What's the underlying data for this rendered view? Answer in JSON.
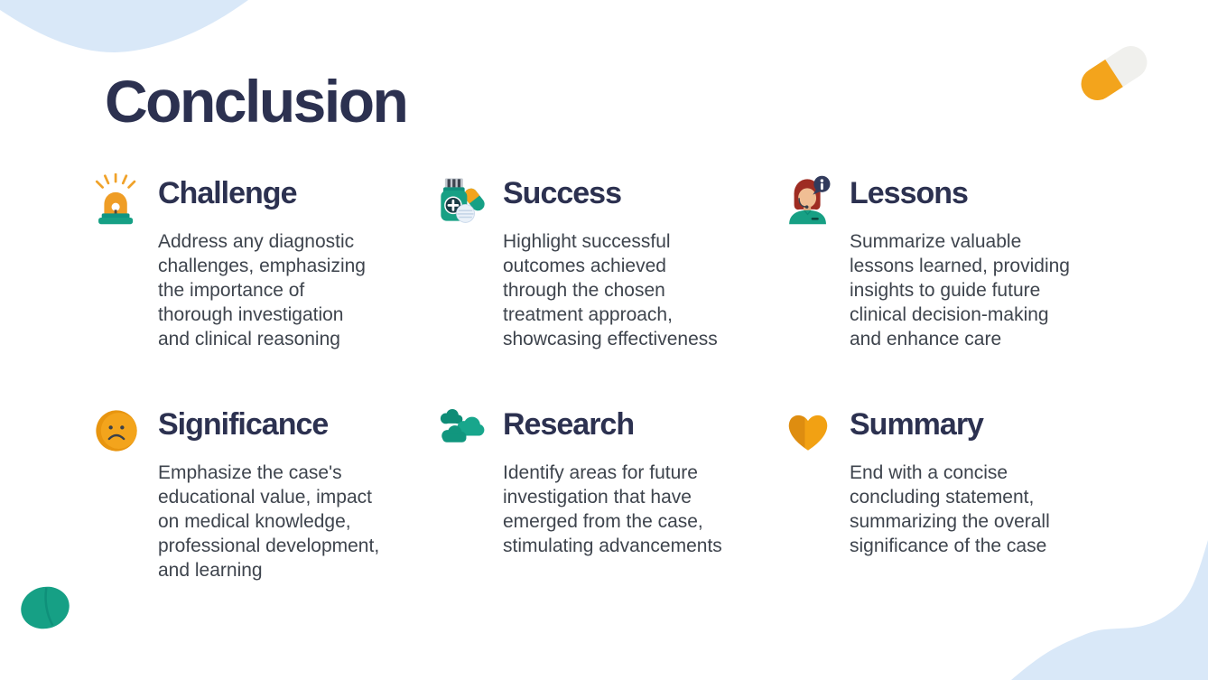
{
  "slide": {
    "title": "Conclusion"
  },
  "palette": {
    "heading_navy": "#2C3150",
    "body_gray": "#3E444D",
    "teal": "#16A085",
    "dark_teal": "#0E8C76",
    "orange": "#F3A41C",
    "dark_orange": "#DE8D10",
    "light_blue_blob": "#D9E8F8",
    "info_bubble_navy": "#323B5C"
  },
  "decorations": {
    "top_left": "blob-top-left",
    "top_right": "capsule-decoration",
    "bottom_left": "tablet-decoration",
    "bottom_right": "blob-bottom-right"
  },
  "cards": [
    {
      "title": "Challenge",
      "icon": "siren-icon",
      "description": "Address any diagnostic\nchallenges, emphasizing\nthe importance of\nthorough investigation\nand clinical reasoning"
    },
    {
      "title": "Success",
      "icon": "medicine-bottle-icon",
      "description": "Highlight successful\noutcomes achieved\nthrough the chosen\ntreatment approach,\nshowcasing effectiveness"
    },
    {
      "title": "Lessons",
      "icon": "support-woman-info-icon",
      "description": "Summarize valuable\nlessons learned, providing\ninsights to guide future\nclinical decision-making\nand enhance care"
    },
    {
      "title": "Significance",
      "icon": "sad-face-icon",
      "description": "Emphasize the case's\neducational value, impact\non medical knowledge,\nprofessional development,\nand learning"
    },
    {
      "title": "Research",
      "icon": "clouds-icon",
      "description": "Identify areas for future\ninvestigation that have\nemerged from the case,\nstimulating advancements"
    },
    {
      "title": "Summary",
      "icon": "heart-icon",
      "description": "End with a concise\nconcluding statement,\nsummarizing the overall\nsignificance of the case"
    }
  ]
}
